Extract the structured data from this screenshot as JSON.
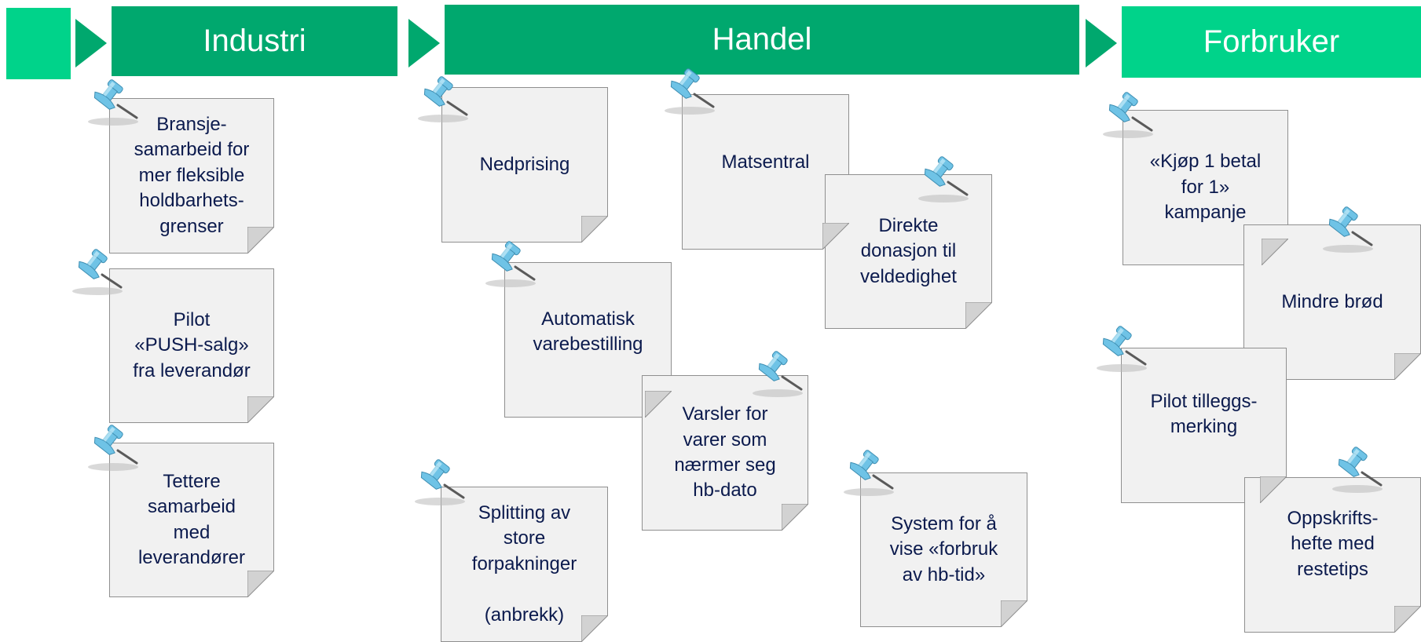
{
  "headers": {
    "industri": "Industri",
    "handel": "Handel",
    "forbruker": "Forbruker"
  },
  "colors": {
    "dark_green": "#00a86e",
    "light_green": "#00d38a",
    "note_fill": "#f1f1f1",
    "note_text": "#0b1a4d",
    "pin_blue": "#6fc3e6"
  },
  "notes": {
    "bransje": "Bransje-\nsamarbeid for\nmer fleksible\nholdbarhets-\ngrenser",
    "pilot_push": "Pilot\n«PUSH-salg»\nfra leverandør",
    "tettere": "Tettere\nsamarbeid\nmed\nleverandører",
    "nedprising": "Nedprising",
    "matsentral": "Matsentral",
    "direkte": "Direkte\ndonasjon til\nveldedighet",
    "automatisk": "Automatisk\nvarebestilling",
    "varsler": "Varsler for\nvarer som\nnærmer seg\nhb-dato",
    "splitting": "Splitting av\nstore\nforpakninger\n\n(anbrekk)",
    "system": "System for å\nvise «forbruk\nav hb-tid»",
    "kjop": "«Kjøp 1 betal\nfor 1»\nkampanje",
    "mindre": "Mindre brød",
    "pilot_tillegg": "Pilot tilleggs-\nmerking",
    "oppskrift": "Oppskrifts-\nhefte med\nrestetips"
  }
}
